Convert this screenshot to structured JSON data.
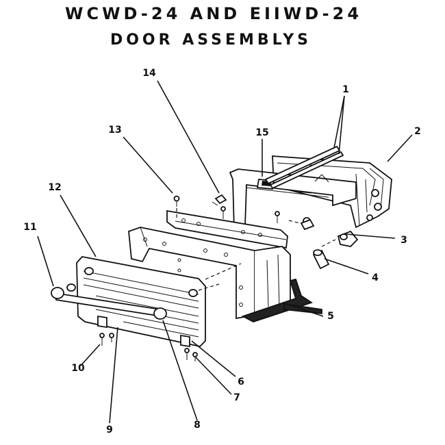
{
  "title": {
    "line1": "WCWD-24 AND EIIWD-24",
    "line2": "DOOR ASSEMBLYS"
  },
  "callouts": [
    "1",
    "2",
    "3",
    "4",
    "5",
    "6",
    "7",
    "8",
    "9",
    "10",
    "11",
    "12",
    "13",
    "14",
    "15"
  ]
}
